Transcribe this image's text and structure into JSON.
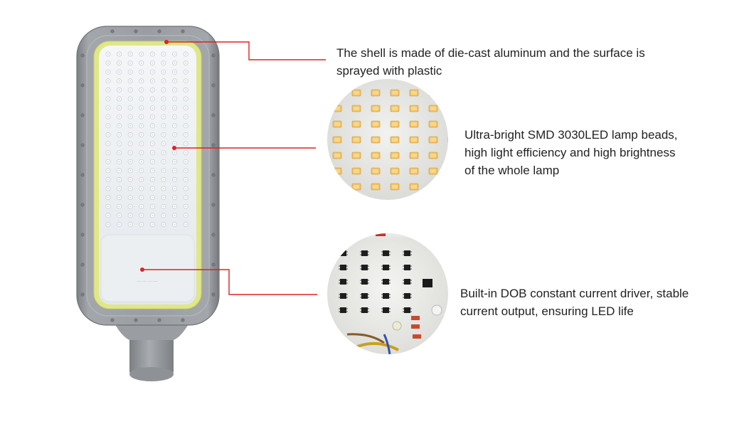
{
  "product": {
    "name_icon": "street-light-illustration",
    "colors": {
      "shell": "#8d9196",
      "shell_edge": "#6f7377",
      "gasket": "#d8e36a",
      "led_panel": "#eef1f4",
      "led": "#ffffff",
      "leader_line": "#e02020",
      "leader_dot": "#e02020"
    }
  },
  "callouts": [
    {
      "id": "shell",
      "lines": [
        "The shell is made of die-cast aluminum and the surface is",
        "sprayed with plastic"
      ],
      "image_icon": null
    },
    {
      "id": "leds",
      "lines": [
        "Ultra-bright SMD 3030LED lamp beads,",
        "high light efficiency and high brightness",
        "of the whole lamp"
      ],
      "image_icon": "led-closeup-circle"
    },
    {
      "id": "driver",
      "lines": [
        "Built-in DOB constant current driver, stable",
        "current output, ensuring LED life"
      ],
      "image_icon": "driver-board-closeup-circle"
    }
  ]
}
